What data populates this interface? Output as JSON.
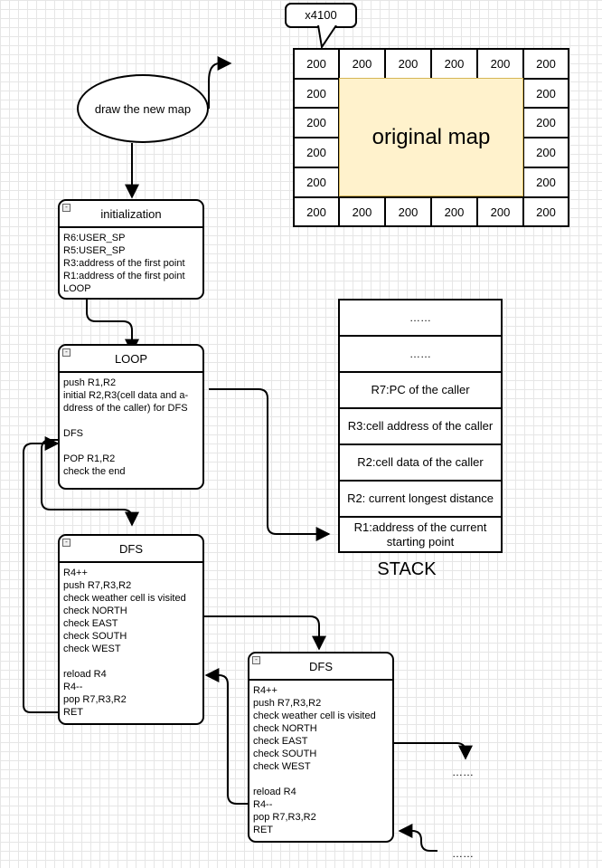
{
  "callout": {
    "label": "x4100"
  },
  "map": {
    "cell_value": "200",
    "center_label": "original map",
    "center_color": "#fff2cc"
  },
  "ellipse": {
    "label": "draw the new map"
  },
  "initialization": {
    "title": "initialization",
    "lines": [
      "R6:USER_SP",
      "R5:USER_SP",
      "R3:address of the first point",
      "R1:address of the first point",
      "LOOP"
    ]
  },
  "loop": {
    "title": "LOOP",
    "lines": [
      "push R1,R2",
      "initial R2,R3(cell data and a-",
      "ddress of the caller) for DFS",
      "",
      "DFS",
      "",
      "POP R1,R2",
      "check the end"
    ]
  },
  "dfs1": {
    "title": "DFS",
    "lines": [
      "R4++",
      "push R7,R3,R2",
      "check weather cell is visited",
      "check NORTH",
      "check EAST",
      "check SOUTH",
      "check WEST",
      "",
      "reload R4",
      "R4--",
      "pop R7,R3,R2",
      "RET"
    ]
  },
  "dfs2": {
    "title": "DFS",
    "lines": [
      "R4++",
      "push R7,R3,R2",
      "check weather cell is visited",
      "check NORTH",
      "check EAST",
      "check SOUTH",
      "check WEST",
      "",
      "reload R4",
      "R4--",
      "pop R7,R3,R2",
      "RET"
    ]
  },
  "stack": {
    "cells": [
      "……",
      "……",
      "R7:PC of the caller",
      "R3:cell address of the caller",
      "R2:cell data of the caller",
      "R2: current longest distance",
      "R1:address of the current starting point"
    ],
    "label": "STACK"
  },
  "ellipsis": {
    "right": "……",
    "bottom": "……"
  }
}
